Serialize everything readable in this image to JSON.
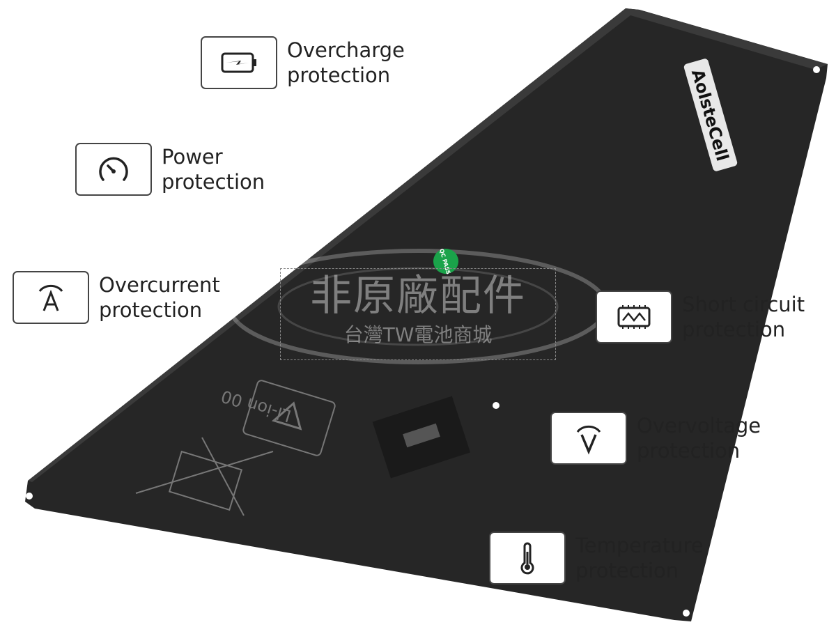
{
  "features": [
    {
      "icon": "battery-charging-icon",
      "line1": "Overcharge",
      "line2": "protection"
    },
    {
      "icon": "gauge-icon",
      "line1": "Power",
      "line2": "protection"
    },
    {
      "icon": "current-a-icon",
      "line1": "Overcurrent",
      "line2": "protection"
    },
    {
      "icon": "circuit-board-icon",
      "line1": "Short circuit",
      "line2": "protection"
    },
    {
      "icon": "voltage-v-icon",
      "line1": "Overvoltage",
      "line2": "protection"
    },
    {
      "icon": "thermometer-icon",
      "line1": "Temperature",
      "line2": "protection"
    }
  ],
  "battery": {
    "brand": "AolsteCell",
    "qc_badge": "QC PASS",
    "chemistry": "Li-ion 00",
    "body_color": "#2a2a2a",
    "qc_color": "#1aa34a"
  },
  "watermark": {
    "line1": "非原廠配件",
    "line2": "台灣TW電池商城"
  }
}
